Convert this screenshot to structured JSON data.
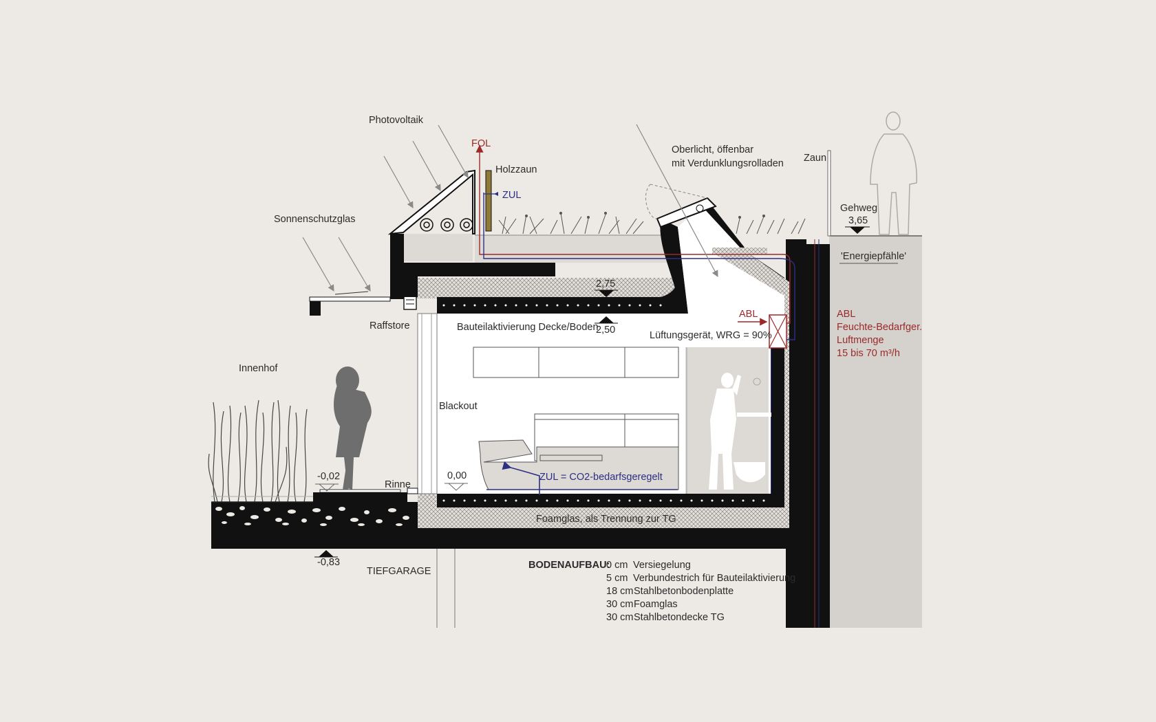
{
  "colors": {
    "background": "#ede9e4",
    "structure": "#111111",
    "insulation_hatch": "#d8d4cf",
    "ground": "#d5d1cc",
    "exhaust_red": "#9a2a2a",
    "supply_blue": "#2c2f82",
    "silhouette_dark": "#6e6e6e",
    "silhouette_light": "#ffffff"
  },
  "icons": [
    "person-silhouette-icon",
    "showering-person-silhouette-icon",
    "pedestrian-outline-icon",
    "level-marker-icon",
    "ventilation-unit-icon"
  ],
  "labels": {
    "photovoltaik": "Photovoltaik",
    "fol": "FOL",
    "holzzaun": "Holzzaun",
    "zul_top": "ZUL",
    "sonnenschutzglas": "Sonnenschutzglas",
    "oberlicht_1": "Oberlicht, öffenbar",
    "oberlicht_2": "mit Verdunklungsrolladen",
    "zaun": "Zaun",
    "gehweg": "Gehweg",
    "level_365": "3,65",
    "energiepfaehle": "'Energiepfähle'",
    "level_275": "2,75",
    "level_250": "2,50",
    "raffstore": "Raffstore",
    "bauteilaktivierung": "Bauteilaktivierung Decke/Boden",
    "abl_unit": "ABL",
    "lueftungsgeraet": "Lüftungsgerät, WRG = 90%",
    "abl_note": "ABL",
    "feuchte": "Feuchte-Bedarfger.",
    "luftmenge": "Luftmenge",
    "luftmenge_value": "15 bis 70 m³/h",
    "innenhof": "Innenhof",
    "blackout": "Blackout",
    "level_m002": "-0,02",
    "rinne": "Rinne",
    "level_000": "0,00",
    "zul_co2": "ZUL = CO2-bedarfsgeregelt",
    "foamglas": "Foamglas, als Trennung zur TG",
    "level_m083": "-0,83",
    "tiefgarage": "TIEFGARAGE"
  },
  "bodenaufbau": {
    "title": "BODENAUFBAU:",
    "rows": [
      {
        "thickness": "0 cm",
        "material": "Versiegelung"
      },
      {
        "thickness": "5 cm",
        "material": "Verbundestrich für Bauteilaktivierung"
      },
      {
        "thickness": "18 cm",
        "material": "Stahlbetonbodenplatte"
      },
      {
        "thickness": "30 cm",
        "material": "Foamglas"
      },
      {
        "thickness": "30 cm",
        "material": "Stahlbetondecke TG"
      }
    ]
  }
}
